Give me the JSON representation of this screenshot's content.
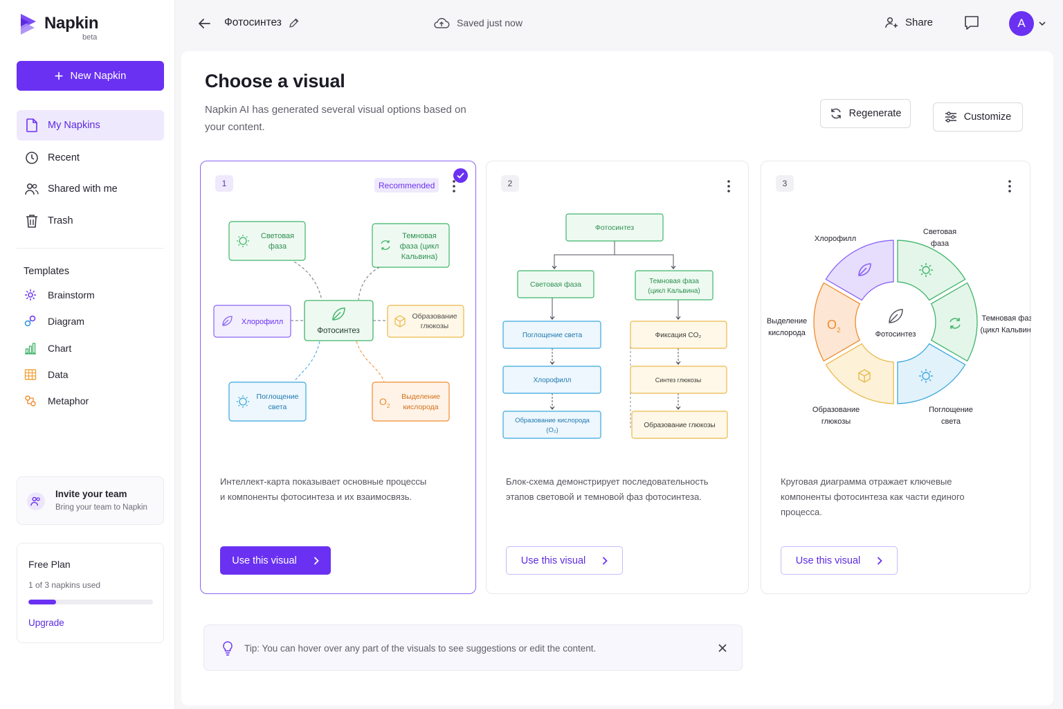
{
  "brand": {
    "name": "Napkin",
    "tag": "beta"
  },
  "sidebar": {
    "new_label": "New Napkin",
    "nav": [
      {
        "label": "My Napkins",
        "icon": "file-icon"
      },
      {
        "label": "Recent",
        "icon": "clock-icon"
      },
      {
        "label": "Shared with me",
        "icon": "users-icon"
      },
      {
        "label": "Trash",
        "icon": "trash-icon"
      }
    ],
    "templates_title": "Templates",
    "templates": [
      {
        "label": "Brainstorm",
        "icon": "sparkle-icon"
      },
      {
        "label": "Diagram",
        "icon": "diagram-icon"
      },
      {
        "label": "Chart",
        "icon": "bar-chart-icon"
      },
      {
        "label": "Data",
        "icon": "table-icon"
      },
      {
        "label": "Metaphor",
        "icon": "puzzle-icon"
      }
    ],
    "invite": {
      "title": "Invite your team",
      "subtitle": "Bring your team to Napkin"
    },
    "plan": {
      "title": "Free Plan",
      "usage": "1 of 3 napkins used",
      "used_fraction": 0.22,
      "upgrade": "Upgrade"
    }
  },
  "topbar": {
    "doc_title": "Фотосинтез",
    "saved": "Saved just now",
    "share": "Share",
    "avatar_letter": "A"
  },
  "main": {
    "title": "Choose a visual",
    "subtitle": "Napkin AI has generated several visual options based on your content.",
    "regenerate": "Regenerate",
    "customize": "Customize",
    "cards": [
      {
        "number": "1",
        "badge": "Recommended",
        "description": "Интеллект-карта показывает основные процессы и компоненты фотосинтеза и их взаимосвязь.",
        "button": "Use this visual",
        "mindmap": {
          "center": "Фотосинтез",
          "light": [
            "Световая",
            "фаза"
          ],
          "dark": [
            "Темновая",
            "фаза (цикл",
            "Кальвина)"
          ],
          "chlorophyll": "Хлорофилл",
          "glucose": [
            "Образование",
            "глюкозы"
          ],
          "absorption": [
            "Поглощение",
            "света"
          ],
          "oxygen": [
            "Выделение",
            "кислорода"
          ]
        }
      },
      {
        "number": "2",
        "description": "Блок-схема демонстрирует последовательность этапов световой и темновой фаз фотосинтеза.",
        "button": "Use this visual",
        "flow": {
          "root": "Фотосинтез",
          "left": [
            "Световая фаза",
            "Поглощение света",
            "Хлорофилл",
            "Образование кислорода",
            "(O₂)"
          ],
          "right": [
            "Темновая фаза",
            "(цикл Кальвина)",
            "Фиксация CO₂",
            "Синтез глюкозы",
            "Образование глюкозы"
          ]
        }
      },
      {
        "number": "3",
        "description": "Круговая диаграмма отражает ключевые компоненты фотосинтеза как части единого процесса.",
        "button": "Use this visual",
        "ring": {
          "center": "Фотосинтез",
          "chlorophyll": "Хлорофилл",
          "light": [
            "Световая",
            "фаза"
          ],
          "dark": [
            "Темновая фаза",
            "(цикл Кальвина)"
          ],
          "absorption": [
            "Поглощение",
            "света"
          ],
          "glucose": [
            "Образование",
            "глюкозы"
          ],
          "oxygen": [
            "Выделение",
            "кислорода"
          ]
        }
      }
    ],
    "tip": "Tip: You can hover over any part of the visuals to see suggestions or edit the content."
  },
  "colors": {
    "accent": "#6a31f2",
    "green": "#3fb36a",
    "purple": "#8a63f5",
    "orange": "#f08a2c",
    "blue": "#39a6dd",
    "yellow": "#e9b84a"
  }
}
